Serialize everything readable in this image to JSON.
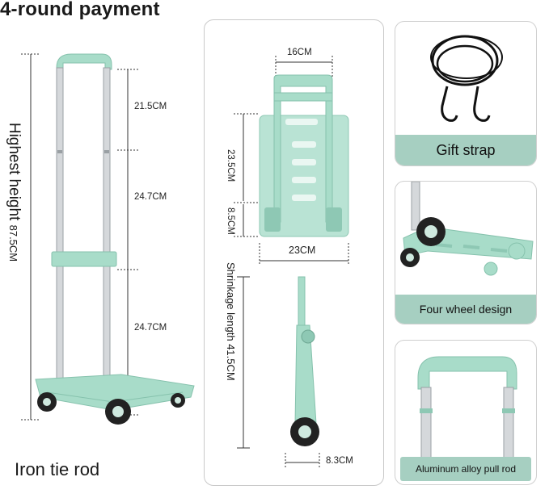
{
  "headline": "4-round payment",
  "footer_label": "Iron tie rod",
  "left_figure": {
    "height_label": "Highest height",
    "height_value": "87.5CM",
    "segments": [
      "21.5CM",
      "24.7CM",
      "24.7CM"
    ]
  },
  "center_panel": {
    "top_width": "16CM",
    "plate_upper": "23.5CM",
    "plate_lower": "8.5CM",
    "plate_width": "23CM",
    "shrinkage_label": "Shrinkage length",
    "shrinkage_value": "41.5CM",
    "side_depth": "8.3CM"
  },
  "cards": [
    {
      "caption": "Gift strap",
      "icon": "bungee-cord-icon"
    },
    {
      "caption": "Four wheel design",
      "icon": "wheel-base-icon"
    },
    {
      "caption": "Aluminum alloy pull rod",
      "icon": "pull-handle-icon"
    }
  ],
  "colors": {
    "mint": "#a8dcc9",
    "mint_dark": "#8ec8b4",
    "caption_bar": "#a6cfc1",
    "metal": "#cfd3d6"
  }
}
